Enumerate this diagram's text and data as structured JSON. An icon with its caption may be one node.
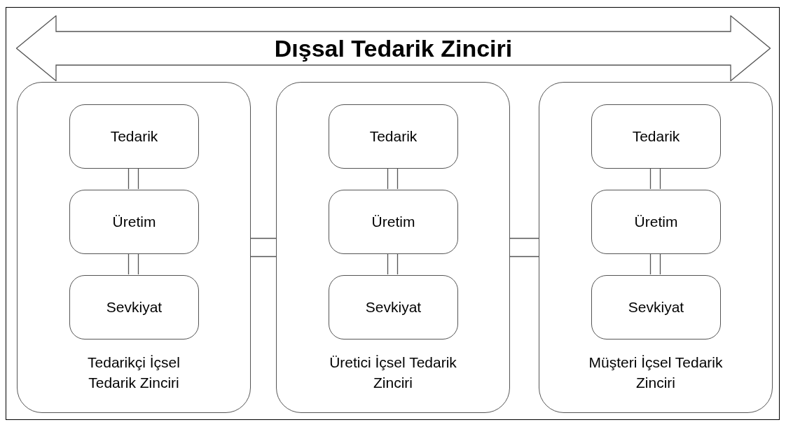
{
  "diagram": {
    "nodes": [
      {
        "text": [
          "Dışsal Tedarik Zinciri"
        ]
      },
      {
        "text": [
          "Tedarikçi İçsel Tedarik Zinciri"
        ]
      },
      {
        "text": [
          "Tedarik"
        ],
        "in": 1
      },
      {
        "text": [
          "Üretim"
        ],
        "in": 1
      },
      {
        "text": [
          "Sevkiyat"
        ],
        "in": 1
      },
      {
        "text": [
          "Üretici İçsel Tedarik Zinciri"
        ]
      },
      {
        "text": [
          "Tedarik"
        ],
        "in": 5
      },
      {
        "text": [
          "Üretim"
        ],
        "in": 5
      },
      {
        "text": [
          "Sevkiyat"
        ],
        "in": 5
      },
      {
        "text": [
          "Müşteri İçsel Tedarik Zinciri"
        ]
      },
      {
        "text": [
          "Tedarik"
        ],
        "in": 9
      },
      {
        "text": [
          "Üretim"
        ],
        "in": 9
      },
      {
        "text": [
          "Sevkiyat"
        ],
        "in": 9
      }
    ],
    "edges": [
      {
        "from": 2,
        "to": 3,
        "arrow": "none"
      },
      {
        "from": 3,
        "to": 4,
        "arrow": "none"
      },
      {
        "from": 1,
        "to": 5,
        "arrow": "none"
      },
      {
        "from": 6,
        "to": 7,
        "arrow": "none"
      },
      {
        "from": 7,
        "to": 8,
        "arrow": "none"
      },
      {
        "from": 5,
        "to": 9,
        "arrow": "none"
      },
      {
        "from": 10,
        "to": 11,
        "arrow": "none"
      },
      {
        "from": 11,
        "to": 12,
        "arrow": "none"
      }
    ]
  }
}
